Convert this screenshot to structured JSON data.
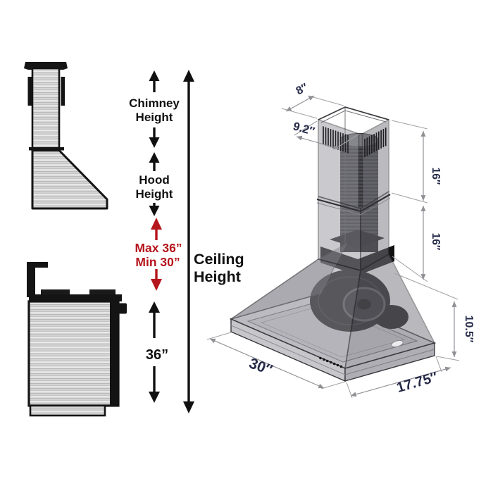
{
  "labels": {
    "chimney1": "Chimney",
    "chimney2": "Height",
    "hood1": "Hood",
    "hood2": "Height",
    "max": "Max 36”",
    "min": "Min 30”",
    "ceiling1": "Ceiling",
    "ceiling2": "Height",
    "clearance": "36”"
  },
  "iso_dims": {
    "top_width": "8″",
    "top_depth": "9.2″",
    "upper_chimney": "16″",
    "lower_chimney": "16″",
    "hood_height": "10.5″",
    "base_width": "30″",
    "base_depth": "17.75″"
  },
  "colors": {
    "red": "#b5151c",
    "text": "#101010",
    "dimc": "#262b49"
  }
}
